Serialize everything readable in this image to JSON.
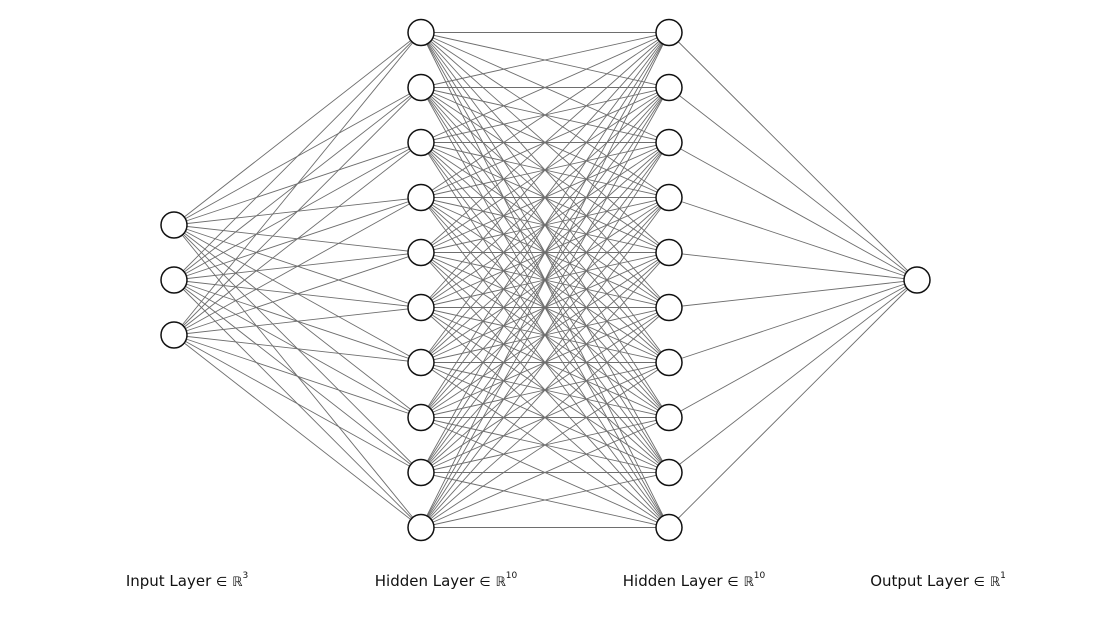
{
  "layers": [
    {
      "name": "Input Layer",
      "space": "ℝ",
      "dim": "3",
      "neurons": 3
    },
    {
      "name": "Hidden Layer",
      "space": "ℝ",
      "dim": "10",
      "neurons": 10
    },
    {
      "name": "Hidden Layer",
      "space": "ℝ",
      "dim": "10",
      "neurons": 10
    },
    {
      "name": "Output Layer",
      "space": "ℝ",
      "dim": "1",
      "neurons": 1
    }
  ],
  "element_of": "∈",
  "connectivity": "fully-connected"
}
